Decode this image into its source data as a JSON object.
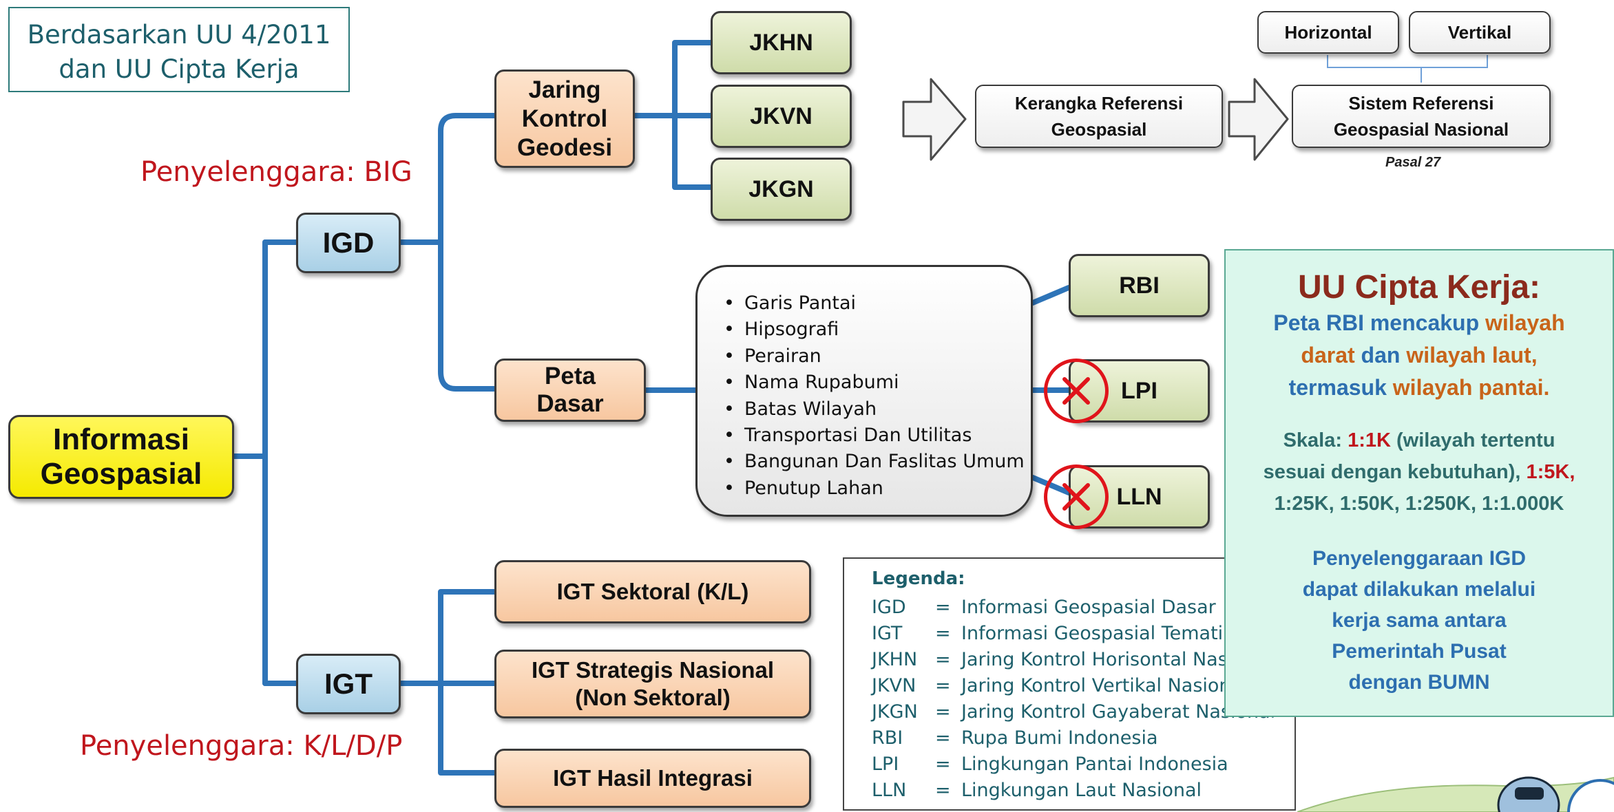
{
  "legal_note": [
    "Berdasarkan UU 4/2011",
    "dan UU Cipta Kerja"
  ],
  "penyelenggara_big": "Penyelenggara: BIG",
  "penyelenggara_kldp": "Penyelenggara: K/L/D/P",
  "nodes": {
    "informasi_geospasial": [
      "Informasi",
      "Geospasial"
    ],
    "igd": "IGD",
    "igt": "IGT",
    "jaring_kontrol": [
      "Jaring",
      "Kontrol",
      "Geodesi"
    ],
    "peta_dasar": [
      "Peta",
      "Dasar"
    ],
    "jkhn": "JKHN",
    "jkvn": "JKVN",
    "jkgn": "JKGN",
    "rbi": "RBI",
    "lpi": "LPI",
    "lln": "LLN",
    "igt_sektoral": "IGT Sektoral (K/L)",
    "igt_strategis": [
      "IGT Strategis Nasional",
      "(Non Sektoral)"
    ],
    "igt_integrasi": "IGT Hasil Integrasi"
  },
  "reference": {
    "kerangka": [
      "Kerangka Referensi",
      "Geospasial"
    ],
    "sistem": [
      "Sistem Referensi",
      "Geospasial Nasional"
    ],
    "horizontal": "Horizontal",
    "vertikal": "Vertikal",
    "pasal": "Pasal 27"
  },
  "peta_dasar_items": [
    "Garis Pantai",
    "Hipsografi",
    "Perairan",
    "Nama Rupabumi",
    "Batas Wilayah",
    "Transportasi Dan Utilitas",
    "Bangunan Dan Faslitas Umum",
    "Penutup Lahan"
  ],
  "legend": {
    "title": "Legenda:",
    "eq": "=",
    "rows": [
      {
        "abbr": "IGD",
        "text": "Informasi Geospasial Dasar"
      },
      {
        "abbr": "IGT",
        "text": "Informasi Geospasial Tematik"
      },
      {
        "abbr": "JKHN",
        "text": "Jaring Kontrol Horisontal Nasional"
      },
      {
        "abbr": "JKVN",
        "text": "Jaring Kontrol Vertikal Nasional"
      },
      {
        "abbr": "JKGN",
        "text": "Jaring Kontrol Gayaberat Nasional"
      },
      {
        "abbr": "RBI",
        "text": "Rupa Bumi Indonesia"
      },
      {
        "abbr": "LPI",
        "text": "Lingkungan Pantai Indonesia"
      },
      {
        "abbr": "LLN",
        "text": "Lingkungan Laut Nasional"
      }
    ]
  },
  "uu_box": {
    "heading": "UU Cipta Kerja:",
    "l1": [
      "Peta RBI mencakup ",
      "wilayah"
    ],
    "l2": [
      "darat",
      " dan ",
      "wilayah laut,"
    ],
    "l3": [
      "termasuk ",
      "wilayah pantai."
    ],
    "s1": [
      "Skala: ",
      "1:1K",
      " (wilayah tertentu"
    ],
    "s2": [
      "sesuai dengan kebutuhan), ",
      "1:5K,"
    ],
    "s3": "1:25K, 1:50K, 1:250K, 1:1.000K",
    "p1": "Penyelenggaraan IGD",
    "p2": "dapat dilakukan melalui",
    "p3": "kerja sama antara",
    "p4": "Pemerintah Pusat",
    "p5": "dengan BUMN"
  },
  "colors": {
    "connector": "#2e74b8",
    "red_text": "#c0161d",
    "teal_text": "#1d5f6b",
    "uu_background": "#dbf7ec"
  }
}
